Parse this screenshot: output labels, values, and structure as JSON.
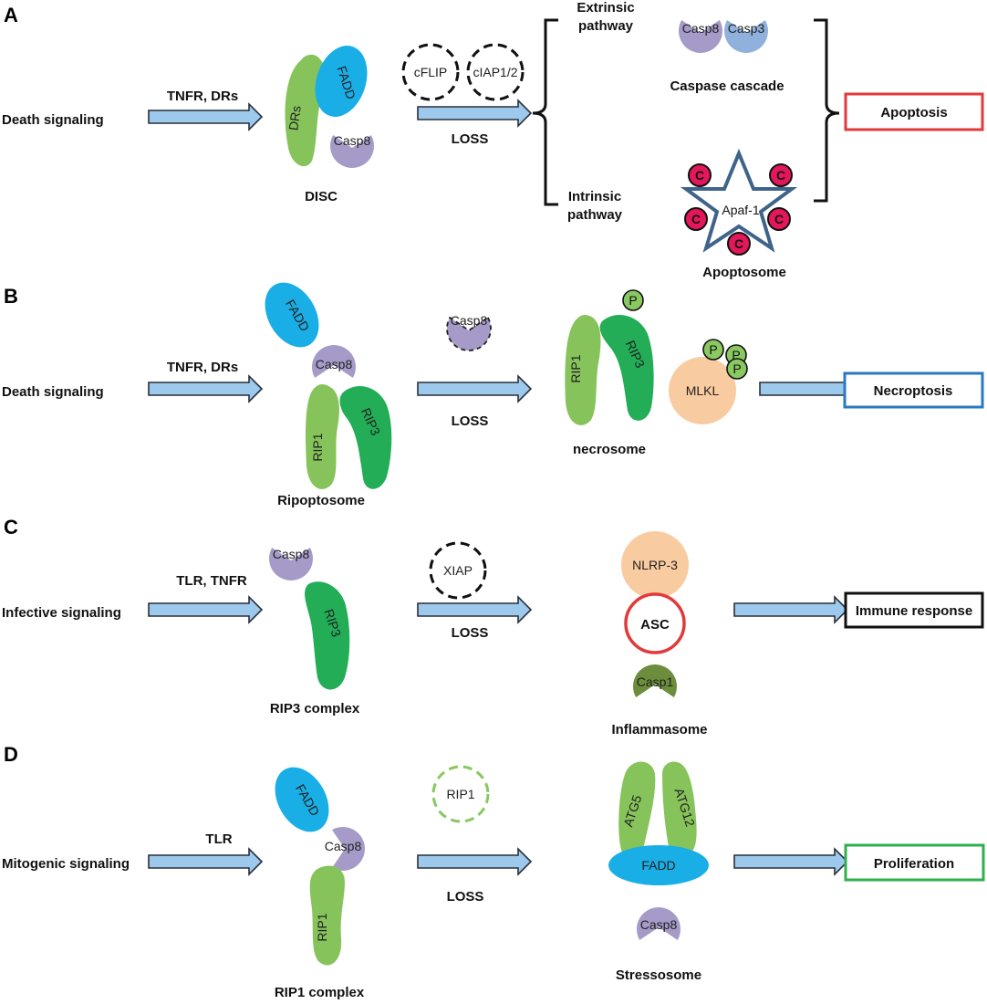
{
  "panels": {
    "A": {
      "letter": "A",
      "signal": "Death signaling",
      "receptor": "TNFR, DRs",
      "complex": "DISC",
      "molecules": {
        "drs": "DRs",
        "fadd": "FADD",
        "casp8": "Casp8"
      },
      "inhibitors": [
        "cFLIP",
        "cIAP1/2"
      ],
      "loss": "LOSS",
      "extrinsic": [
        "Extrinsic",
        "pathway"
      ],
      "intrinsic": [
        "Intrinsic",
        "pathway"
      ],
      "cascade": {
        "casp8": "Casp8",
        "casp3": "Casp3",
        "label": "Caspase cascade"
      },
      "apoptosome": {
        "center": "Apaf-1",
        "c": "C",
        "label": "Apoptosome"
      },
      "outcome": "Apoptosis"
    },
    "B": {
      "letter": "B",
      "signal": "Death signaling",
      "receptor": "TNFR, DRs",
      "complex": "Ripoptosome",
      "molecules": {
        "fadd": "FADD",
        "casp8": "Casp8",
        "rip1": "RIP1",
        "rip3": "RIP3"
      },
      "inhibitor": "Casp8",
      "loss": "LOSS",
      "necrosome": {
        "rip1": "RIP1",
        "rip3": "RIP3",
        "mlkl": "MLKL",
        "p": "P",
        "label": "necrosome"
      },
      "outcome": "Necroptosis"
    },
    "C": {
      "letter": "C",
      "signal": "Infective signaling",
      "receptor": "TLR, TNFR",
      "complex": "RIP3 complex",
      "molecules": {
        "casp8": "Casp8",
        "rip3": "RIP3"
      },
      "inhibitor": "XIAP",
      "loss": "LOSS",
      "inflammasome": {
        "nlrp3": "NLRP-3",
        "asc": "ASC",
        "casp1": "Casp1",
        "label": "Inflammasome"
      },
      "outcome": "Immune response"
    },
    "D": {
      "letter": "D",
      "signal": "Mitogenic signaling",
      "receptor": "TLR",
      "complex": "RIP1 complex",
      "molecules": {
        "fadd": "FADD",
        "casp8": "Casp8",
        "rip1": "RIP1"
      },
      "inhibitor": "RIP1",
      "loss": "LOSS",
      "stressosome": {
        "atg5": "ATG5",
        "atg12": "ATG12",
        "fadd": "FADD",
        "casp8": "Casp8",
        "label": "Stressosome"
      },
      "outcome": "Proliferation"
    }
  },
  "colors": {
    "casp8": "#a69bc8",
    "casp3": "#8fb1dc",
    "fadd": "#1aaee6",
    "rip1": "#86c35a",
    "rip3": "#22ad56",
    "mlkl": "#f9cba1",
    "casp1": "#6b8d3c",
    "arrow": "#9dc9ec",
    "apoptosis": "#e23a3a",
    "necroptosis": "#2a7abf",
    "immune": "#111111",
    "proliferation": "#2fb04f",
    "c_circle": "#e4175b",
    "star": "#3f6489",
    "rip1_dash": "#8ac862"
  }
}
